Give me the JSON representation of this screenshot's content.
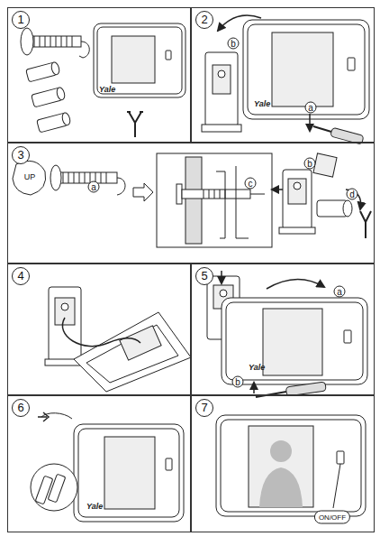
{
  "diagram": {
    "nodes": [
      {
        "text": [
          "1"
        ]
      },
      {
        "text": [
          "2"
        ]
      },
      {
        "text": [
          "b"
        ],
        "in": 1
      },
      {
        "text": [
          "a"
        ],
        "in": 1
      },
      {
        "text": [
          "3"
        ]
      },
      {
        "text": [
          "UP"
        ],
        "in": 4
      },
      {
        "text": [
          "a"
        ],
        "in": 4
      },
      {
        "text": [
          "c"
        ],
        "in": 4
      },
      {
        "text": [
          "b"
        ],
        "in": 4
      },
      {
        "text": [
          "d"
        ],
        "in": 4
      },
      {
        "text": [
          "4"
        ]
      },
      {
        "text": [
          "5"
        ]
      },
      {
        "text": [
          "a"
        ],
        "in": 11
      },
      {
        "text": [
          "b"
        ],
        "in": 11
      },
      {
        "text": [
          "6"
        ]
      },
      {
        "text": [
          "7"
        ]
      },
      {
        "text": [
          "ON/OFF"
        ],
        "in": 15
      }
    ],
    "labels": [
      "Yale",
      "Yale",
      "Yale",
      "Yale"
    ]
  }
}
